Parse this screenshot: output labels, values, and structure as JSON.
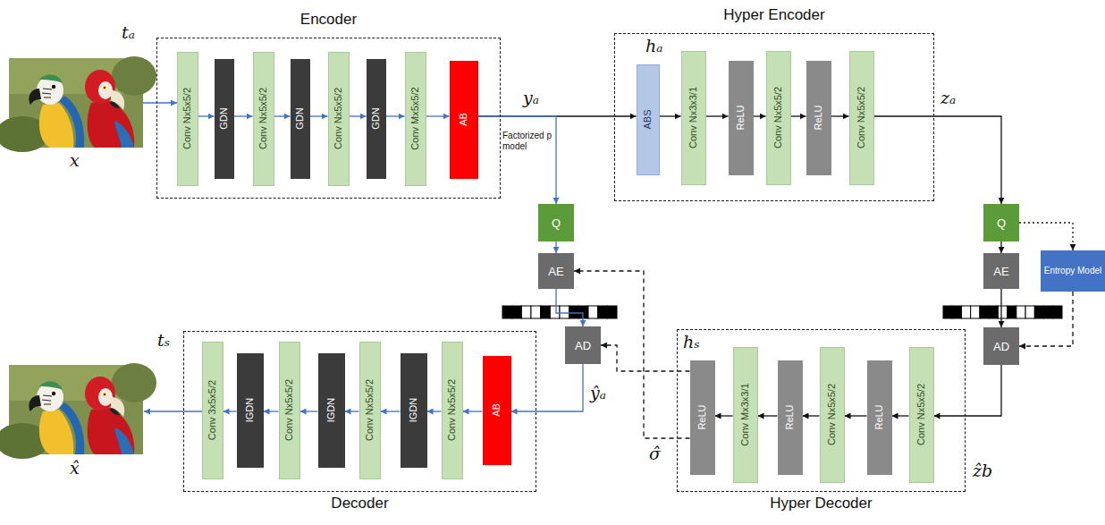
{
  "diagram": {
    "nodes": [
      {
        "text": [
          "Encoder",
          "tₐ"
        ]
      },
      {
        "text": [
          "Conv Nx5x5/2"
        ],
        "in": 0
      },
      {
        "text": [
          "GDN"
        ],
        "in": 0
      },
      {
        "text": [
          "Conv Nx5x5/2"
        ],
        "in": 0
      },
      {
        "text": [
          "GDN"
        ],
        "in": 0
      },
      {
        "text": [
          "Conv Nx5x5/2"
        ],
        "in": 0
      },
      {
        "text": [
          "GDN"
        ],
        "in": 0
      },
      {
        "text": [
          "Conv Mx5x5/2"
        ],
        "in": 0
      },
      {
        "text": [
          "AB"
        ],
        "in": 0
      },
      {
        "text": [
          "Hyper Encoder",
          "hₐ"
        ]
      },
      {
        "text": [
          "ABS"
        ],
        "in": 9
      },
      {
        "text": [
          "Conv Nx3x3/1"
        ],
        "in": 9
      },
      {
        "text": [
          "ReLU"
        ],
        "in": 9
      },
      {
        "text": [
          "Conv Nx5x5/2"
        ],
        "in": 9
      },
      {
        "text": [
          "ReLU"
        ],
        "in": 9
      },
      {
        "text": [
          "Conv Nx5x5/2"
        ],
        "in": 9
      },
      {
        "text": [
          "Q"
        ]
      },
      {
        "text": [
          "AE"
        ]
      },
      {
        "text": [
          "Q"
        ]
      },
      {
        "text": [
          "AE"
        ]
      },
      {
        "text": [
          "Entropy Model"
        ]
      },
      {
        "text": [
          "AD"
        ]
      },
      {
        "text": [
          "AD"
        ]
      },
      {
        "text": [
          "Decoder",
          "tₛ"
        ]
      },
      {
        "text": [
          "Conv 3x5x5/2"
        ],
        "in": 23
      },
      {
        "text": [
          "IGDN"
        ],
        "in": 23
      },
      {
        "text": [
          "Conv Nx5x5/2"
        ],
        "in": 23
      },
      {
        "text": [
          "IGDN"
        ],
        "in": 23
      },
      {
        "text": [
          "Conv Nx5x5/2"
        ],
        "in": 23
      },
      {
        "text": [
          "IGDN"
        ],
        "in": 23
      },
      {
        "text": [
          "Conv Nx5x5/2"
        ],
        "in": 23
      },
      {
        "text": [
          "AB"
        ],
        "in": 23
      },
      {
        "text": [
          "Hyper Decoder",
          "hₛ"
        ]
      },
      {
        "text": [
          "ReLU"
        ],
        "in": 32
      },
      {
        "text": [
          "Conv Mx3x3/1"
        ],
        "in": 32
      },
      {
        "text": [
          "ReLU"
        ],
        "in": 32
      },
      {
        "text": [
          "Conv Nx5x5/2"
        ],
        "in": 32
      },
      {
        "text": [
          "ReLU"
        ],
        "in": 32
      },
      {
        "text": [
          "Conv Nx5x5/2"
        ],
        "in": 32
      }
    ],
    "edges": [
      {
        "from": 1,
        "to": 2,
        "arrow": "to"
      },
      {
        "from": 2,
        "to": 3,
        "arrow": "to"
      },
      {
        "from": 3,
        "to": 4,
        "arrow": "to"
      },
      {
        "from": 4,
        "to": 5,
        "arrow": "to"
      },
      {
        "from": 5,
        "to": 6,
        "arrow": "to"
      },
      {
        "from": 6,
        "to": 7,
        "arrow": "to"
      },
      {
        "from": 7,
        "to": 8,
        "arrow": "to"
      },
      {
        "from": 8,
        "to": 10,
        "arrow": "to"
      },
      {
        "from": 8,
        "to": 16,
        "arrow": "to"
      },
      {
        "from": 10,
        "to": 11,
        "arrow": "to"
      },
      {
        "from": 11,
        "to": 12,
        "arrow": "to"
      },
      {
        "from": 12,
        "to": 13,
        "arrow": "to"
      },
      {
        "from": 13,
        "to": 14,
        "arrow": "to"
      },
      {
        "from": 14,
        "to": 15,
        "arrow": "to"
      },
      {
        "from": 15,
        "to": 18,
        "arrow": "to"
      },
      {
        "from": 16,
        "to": 17,
        "arrow": "to"
      },
      {
        "from": 18,
        "to": 19,
        "arrow": "to"
      },
      {
        "from": 18,
        "to": 20,
        "arrow": "to"
      },
      {
        "from": 19,
        "to": 22,
        "arrow": "to"
      },
      {
        "from": 20,
        "to": 22,
        "arrow": "to"
      },
      {
        "from": 22,
        "to": 38,
        "arrow": "to"
      },
      {
        "from": 38,
        "to": 37,
        "arrow": "to"
      },
      {
        "from": 37,
        "to": 36,
        "arrow": "to"
      },
      {
        "from": 36,
        "to": 35,
        "arrow": "to"
      },
      {
        "from": 35,
        "to": 34,
        "arrow": "to"
      },
      {
        "from": 34,
        "to": 33,
        "arrow": "to"
      },
      {
        "from": 33,
        "to": 17,
        "arrow": "to"
      },
      {
        "from": 33,
        "to": 21,
        "arrow": "to"
      },
      {
        "from": 17,
        "to": 21,
        "arrow": "to"
      },
      {
        "from": 21,
        "to": 31,
        "arrow": "to"
      },
      {
        "from": 31,
        "to": 30,
        "arrow": "to"
      },
      {
        "from": 30,
        "to": 29,
        "arrow": "to"
      },
      {
        "from": 29,
        "to": 28,
        "arrow": "to"
      },
      {
        "from": 28,
        "to": 27,
        "arrow": "to"
      },
      {
        "from": 27,
        "to": 26,
        "arrow": "to"
      },
      {
        "from": 26,
        "to": 25,
        "arrow": "to"
      },
      {
        "from": 25,
        "to": 24,
        "arrow": "to"
      }
    ],
    "labels": [
      "x",
      "yₐ",
      "Factorized p model",
      "zₐ",
      "ẑb",
      "σ̂",
      "ŷₐ",
      "x̂"
    ]
  }
}
